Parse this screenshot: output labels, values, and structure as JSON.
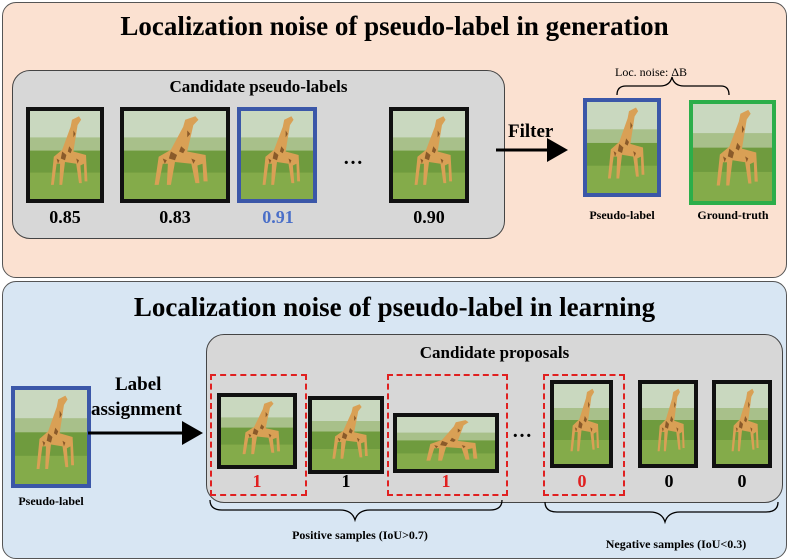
{
  "top": {
    "title": "Localization noise of pseudo-label in generation",
    "candidate_label": "Candidate pseudo-labels",
    "scores": [
      "0.85",
      "0.83",
      "0.91",
      "0.90"
    ],
    "ellipsis": "…",
    "filter_label": "Filter",
    "loc_noise_label": "Loc. noise: ΔB",
    "pseudo_label": "Pseudo-label",
    "ground_truth": "Ground-truth"
  },
  "bottom": {
    "title": "Localization noise of pseudo-label in learning",
    "candidate_label": "Candidate proposals",
    "assign_line1": "Label",
    "assign_line2": "assignment",
    "pseudo_label": "Pseudo-label",
    "sample_values": [
      "1",
      "1",
      "1",
      "0",
      "0",
      "0"
    ],
    "ellipsis": "…",
    "positive_label": "Positive samples (IoU>0.7)",
    "negative_label": "Negative samples (IoU<0.3)"
  },
  "colors": {
    "top_panel": "#fbe1d1",
    "bottom_panel": "#d8e6f3",
    "highlight_blue": "#3b57a8",
    "ground_truth_green": "#2cae4a",
    "positive_red": "#e02020"
  }
}
